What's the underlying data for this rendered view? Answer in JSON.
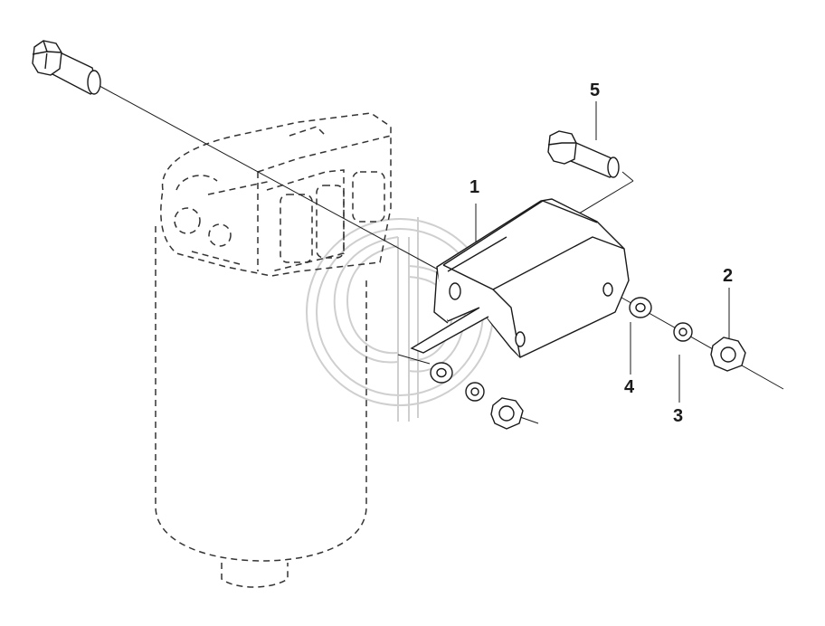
{
  "diagram": {
    "callouts": [
      {
        "id": "1",
        "label": "1"
      },
      {
        "id": "2",
        "label": "2"
      },
      {
        "id": "3",
        "label": "3"
      },
      {
        "id": "4",
        "label": "4"
      },
      {
        "id": "5",
        "label": "5"
      }
    ],
    "line_color": "#1a1a1a",
    "hidden_part_color": "#333333",
    "watermark_color": "#c8c8c8"
  }
}
